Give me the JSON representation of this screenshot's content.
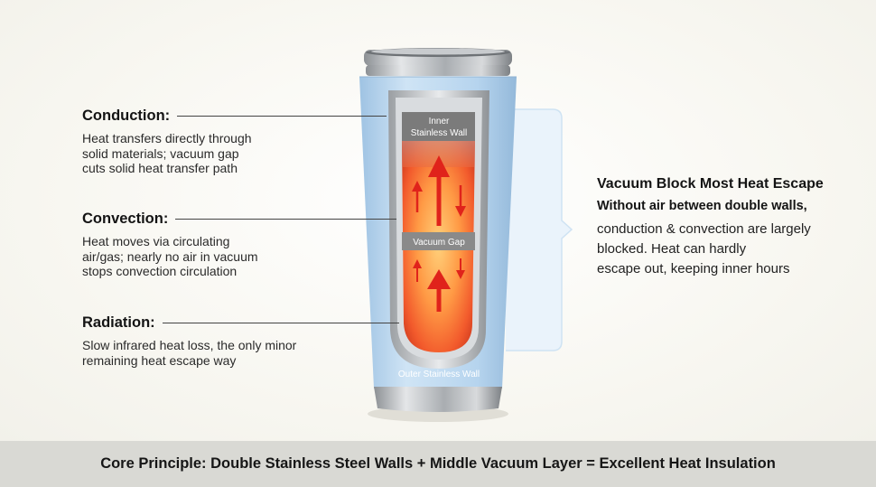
{
  "labels": {
    "conduction": {
      "title": "Conduction:",
      "lines": [
        "Heat transfers directly through",
        "solid materials; vacuum gap",
        "cuts solid heat transfer path"
      ]
    },
    "convection": {
      "title": "Convection:",
      "lines": [
        "Heat moves via circulating",
        "air/gas; nearly no air in vacuum",
        "stops convection circulation"
      ]
    },
    "radiation": {
      "title": "Radiation:",
      "lines": [
        "Slow infrared heat loss, the only minor",
        "remaining heat escape way"
      ]
    }
  },
  "cup": {
    "inner_wall_label": [
      "Inner",
      "Stainless Wall"
    ],
    "vacuum_gap_label": "Vacuum Gap",
    "outer_wall_label": "Outer Stainless Wall"
  },
  "right_panel": {
    "title": "Vacuum Block Most Heat Escape",
    "subtitle": "Without air between double walls,",
    "body": [
      "conduction & convection are largely",
      "blocked. Heat can hardly",
      "escape out, keeping inner hours"
    ]
  },
  "footer": {
    "text": "Core Principle: Double Stainless Steel Walls + Middle Vacuum Layer = Excellent Heat Insulation"
  },
  "colors": {
    "cup_body": "#bcd9f0",
    "steel": "#b9bdc0",
    "heat_core": "#f0522a",
    "arrow": "#e0231b",
    "label_band": "#7b7b7b",
    "footer_bg": "#d9d9d4"
  }
}
